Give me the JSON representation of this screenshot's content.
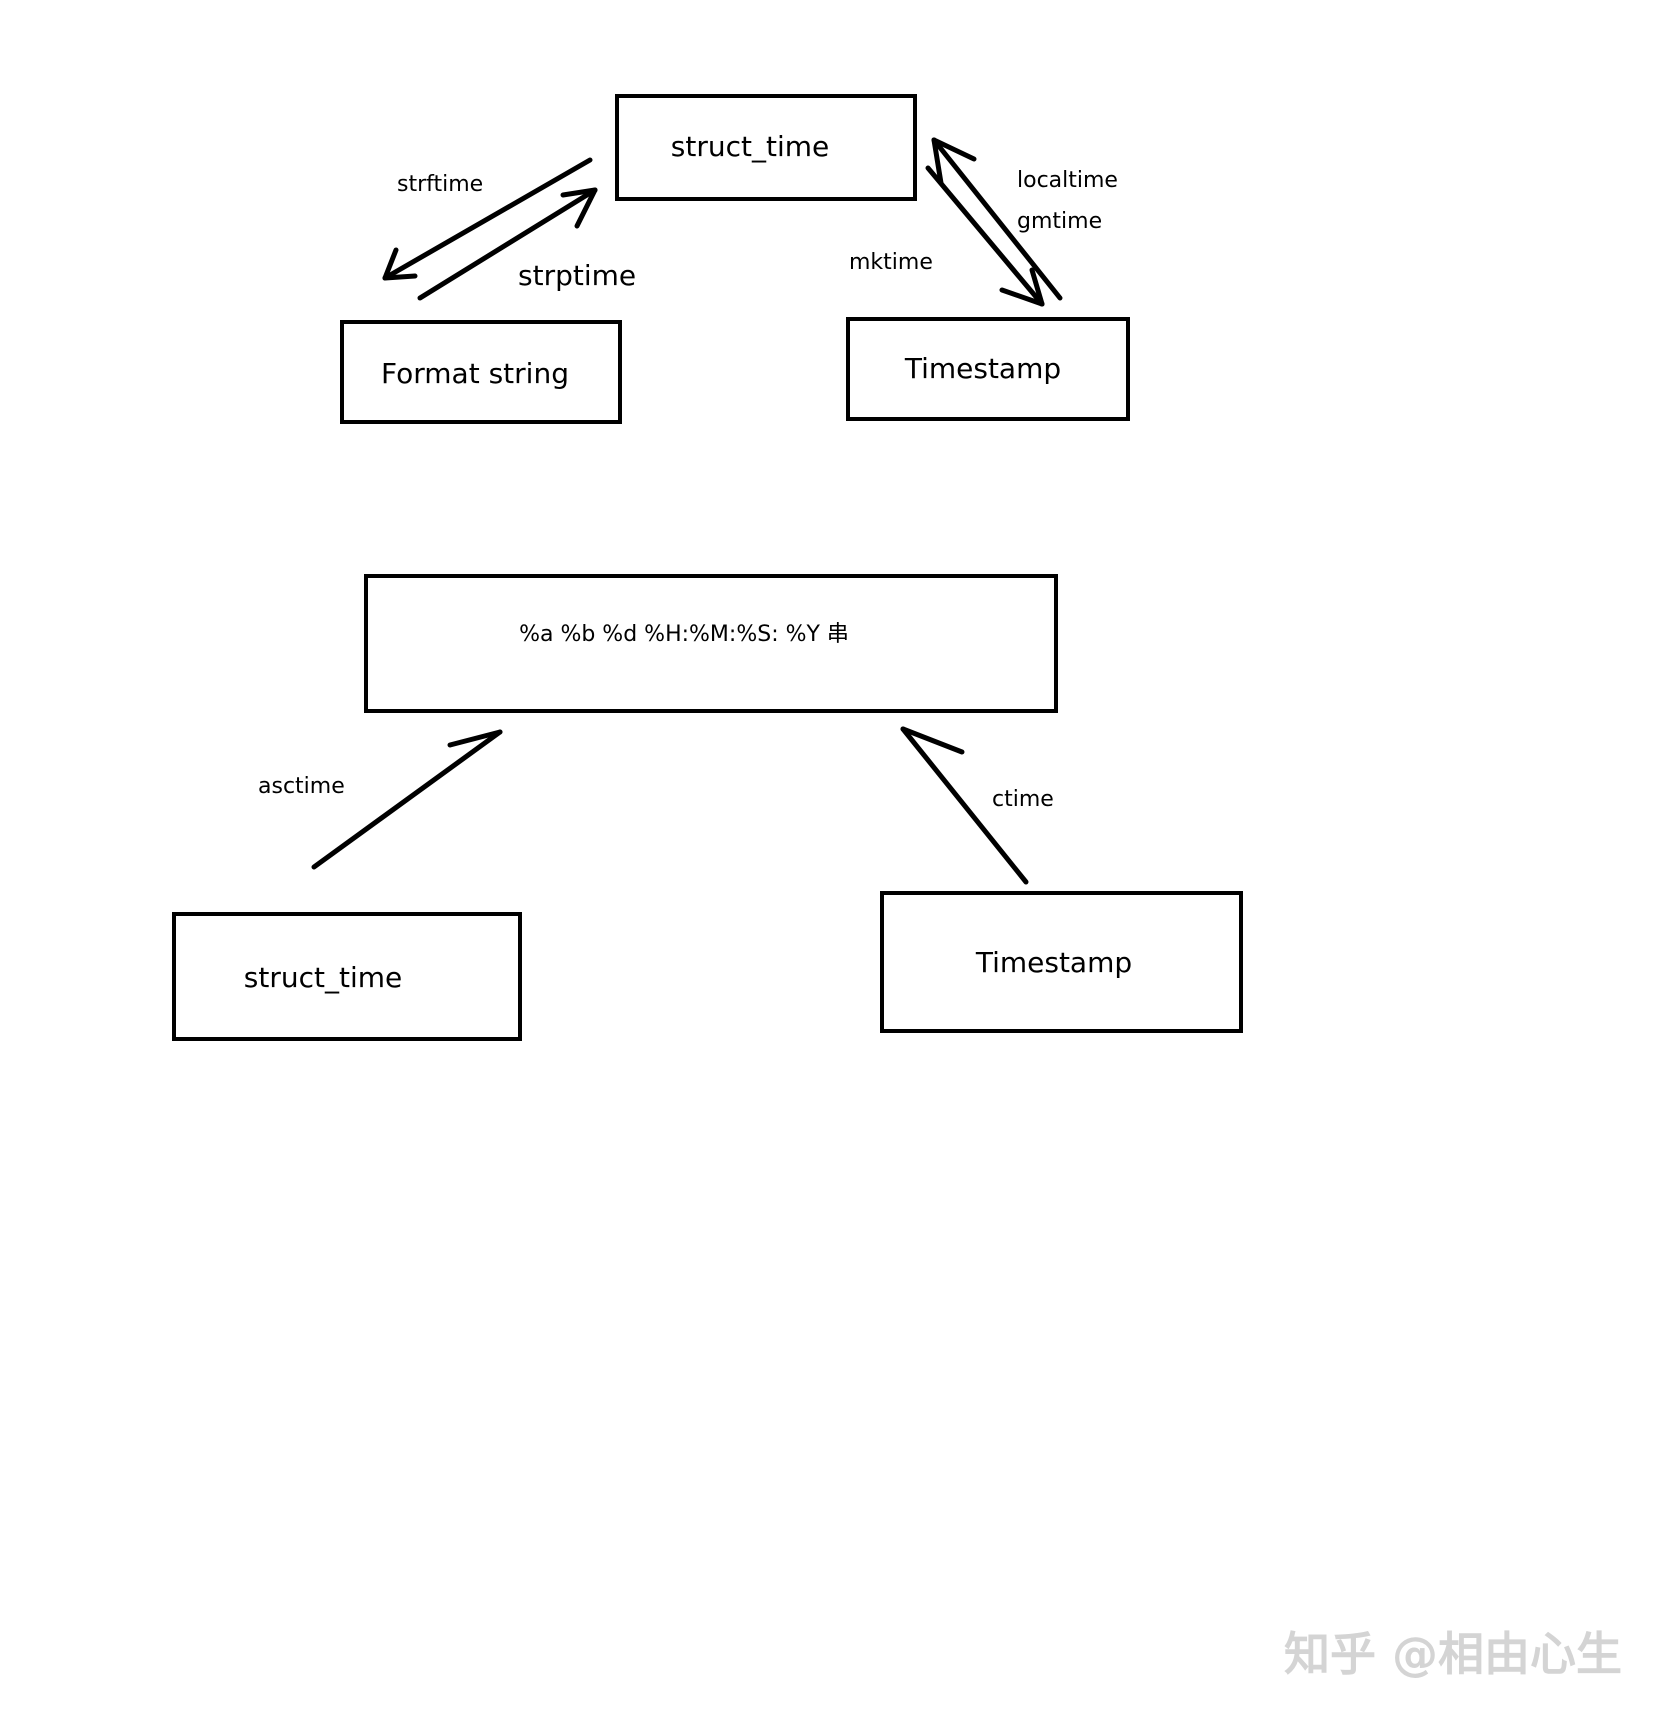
{
  "diagram": {
    "top": {
      "struct_time_box": "struct_time",
      "format_string_box": "Format string",
      "timestamp_box": "Timestamp",
      "strftime_label": "strftime",
      "strptime_label": "strptime",
      "mktime_label": "mktime",
      "localtime_label": "localtime",
      "gmtime_label": "gmtime"
    },
    "bottom": {
      "format_box": "%a %b %d %H:%M:%S: %Y 串",
      "struct_time_box": "struct_time",
      "timestamp_box": "Timestamp",
      "asctime_label": "asctime",
      "ctime_label": "ctime"
    }
  },
  "watermark": "知乎 @相由心生"
}
